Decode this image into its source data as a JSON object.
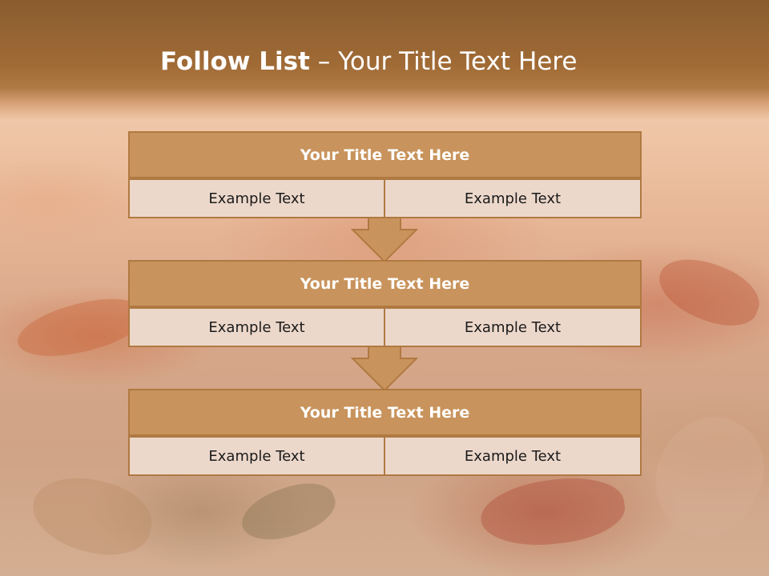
{
  "slide": {
    "title_bold": "Follow List",
    "title_rest": "  – Your Title Text Here"
  },
  "blocks": [
    {
      "title": "Your Title Text Here",
      "left": "Example Text",
      "right": "Example Text"
    },
    {
      "title": "Your Title Text Here",
      "left": "Example Text",
      "right": "Example Text"
    },
    {
      "title": "Your Title Text Here",
      "left": "Example Text",
      "right": "Example Text"
    }
  ],
  "colors": {
    "header_fill": "#c8935c",
    "header_border": "#b07942",
    "cell_fill": "#ecd8cb",
    "top_band": "#946433"
  }
}
